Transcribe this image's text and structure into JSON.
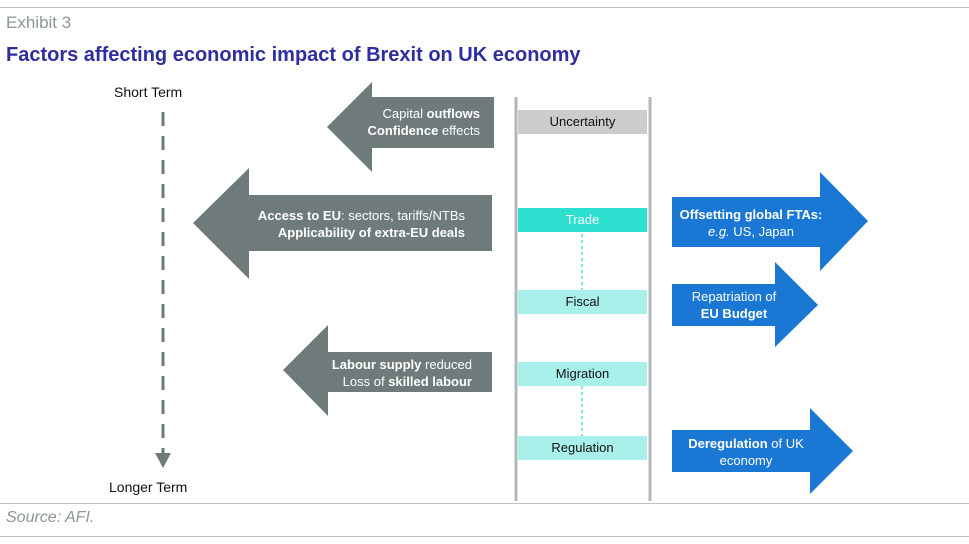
{
  "exhibit_label": "Exhibit 3",
  "title": "Factors affecting economic impact of Brexit on UK economy",
  "source": "Source: AFI.",
  "timeline": {
    "start_label": "Short Term",
    "end_label": "Longer Term"
  },
  "factors": [
    {
      "label": "Uncertainty",
      "style": "grey"
    },
    {
      "label": "Trade",
      "style": "teal"
    },
    {
      "label": "Fiscal",
      "style": "light"
    },
    {
      "label": "Migration",
      "style": "light"
    },
    {
      "label": "Regulation",
      "style": "light"
    }
  ],
  "negative_effects": [
    {
      "line1_plain_a": "Capital ",
      "line1_bold": "outflows",
      "line1_plain_b": "",
      "line2_bold": "Confidence",
      "line2_plain": " effects"
    },
    {
      "line1_bold": "Access to EU",
      "line1_plain": ": sectors, tariffs/NTBs",
      "line2_bold": "Applicability of extra-EU deals",
      "line2_plain": ""
    },
    {
      "line1_bold": "Labour supply",
      "line1_plain": " reduced",
      "line2_plain": "Loss of ",
      "line2_bold": "skilled labour"
    }
  ],
  "positive_effects": [
    {
      "line1_bold": "Offsetting global FTAs:",
      "line2_italic": "e.g.",
      "line2_plain": " US, Japan"
    },
    {
      "line1_plain": "Repatriation of",
      "line2_bold": "EU Budget"
    },
    {
      "line1_bold": "Deregulation",
      "line1_plain": " of UK",
      "line2_plain": "economy"
    }
  ],
  "colors": {
    "negative_arrow": "#6f7b7b",
    "positive_arrow": "#1a78d4",
    "title": "#2e2ea0",
    "ladder_rail": "#b0b8b8",
    "trade_box": "#2de0d0",
    "factor_box": "#aaf0ea",
    "uncertainty_box": "#cccccc"
  }
}
